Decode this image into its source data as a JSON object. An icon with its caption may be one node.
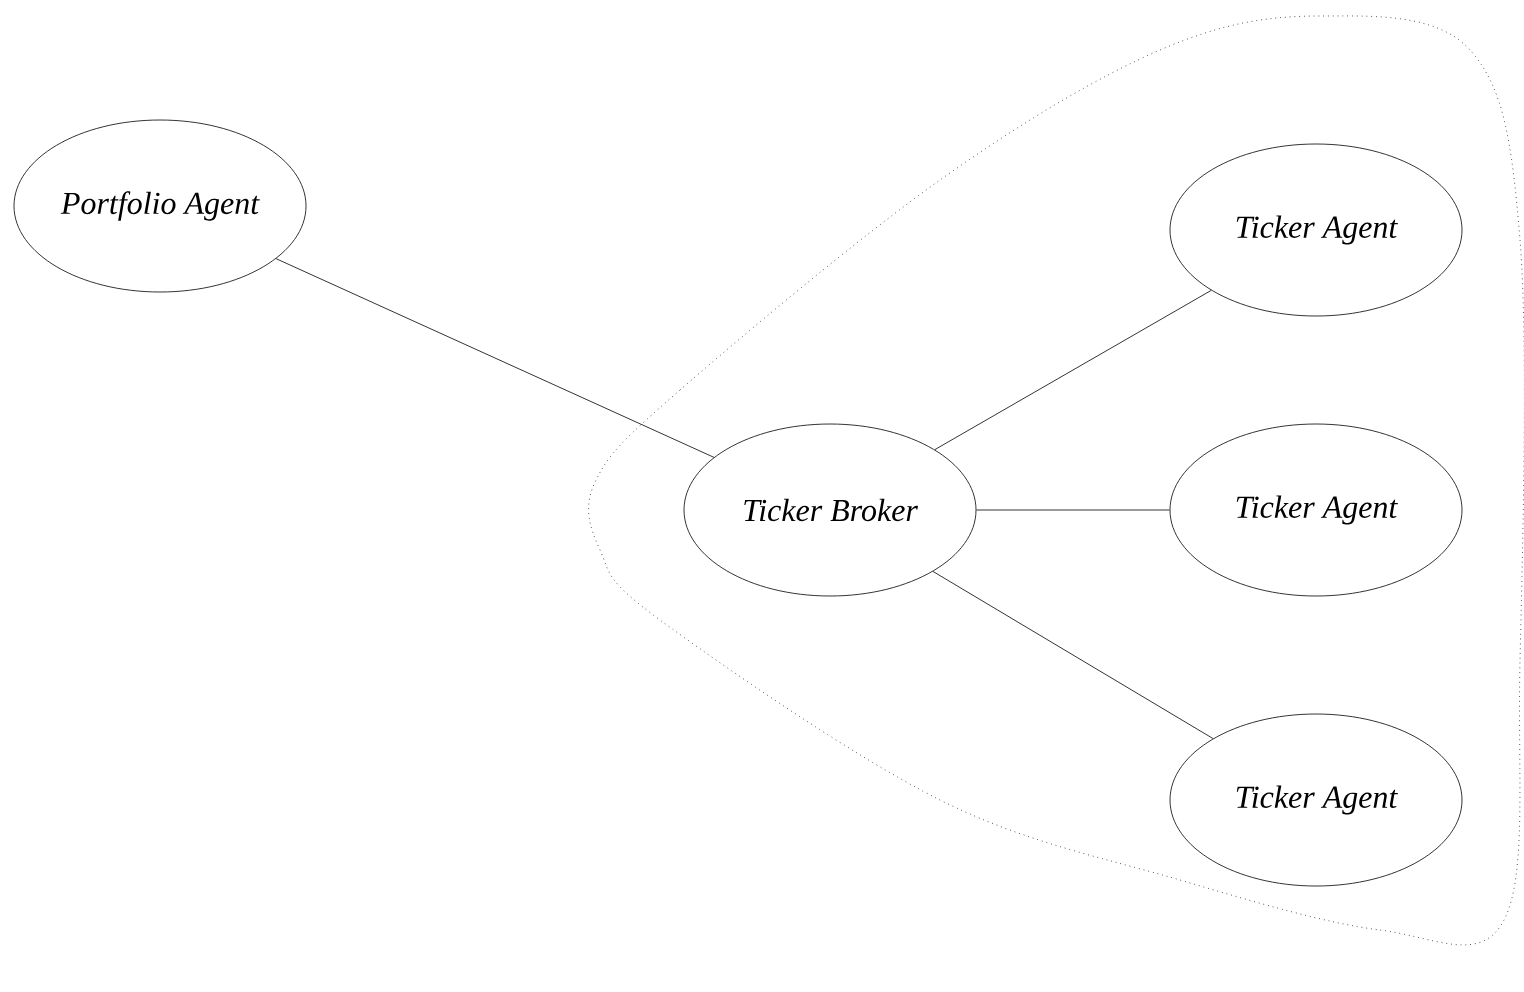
{
  "diagram": {
    "nodes": [
      {
        "text": [
          "Portfolio Agent"
        ]
      },
      {
        "text": [
          "Ticker Broker"
        ]
      },
      {
        "text": [
          "Ticker Agent"
        ]
      },
      {
        "text": [
          "Ticker Agent"
        ]
      },
      {
        "text": [
          "Ticker Agent"
        ]
      }
    ],
    "edges": [
      {
        "from": 0,
        "to": 1,
        "arrow": "none"
      },
      {
        "from": 1,
        "to": 2,
        "arrow": "none"
      },
      {
        "from": 1,
        "to": 3,
        "arrow": "none"
      },
      {
        "from": 1,
        "to": 4,
        "arrow": "none"
      }
    ]
  }
}
